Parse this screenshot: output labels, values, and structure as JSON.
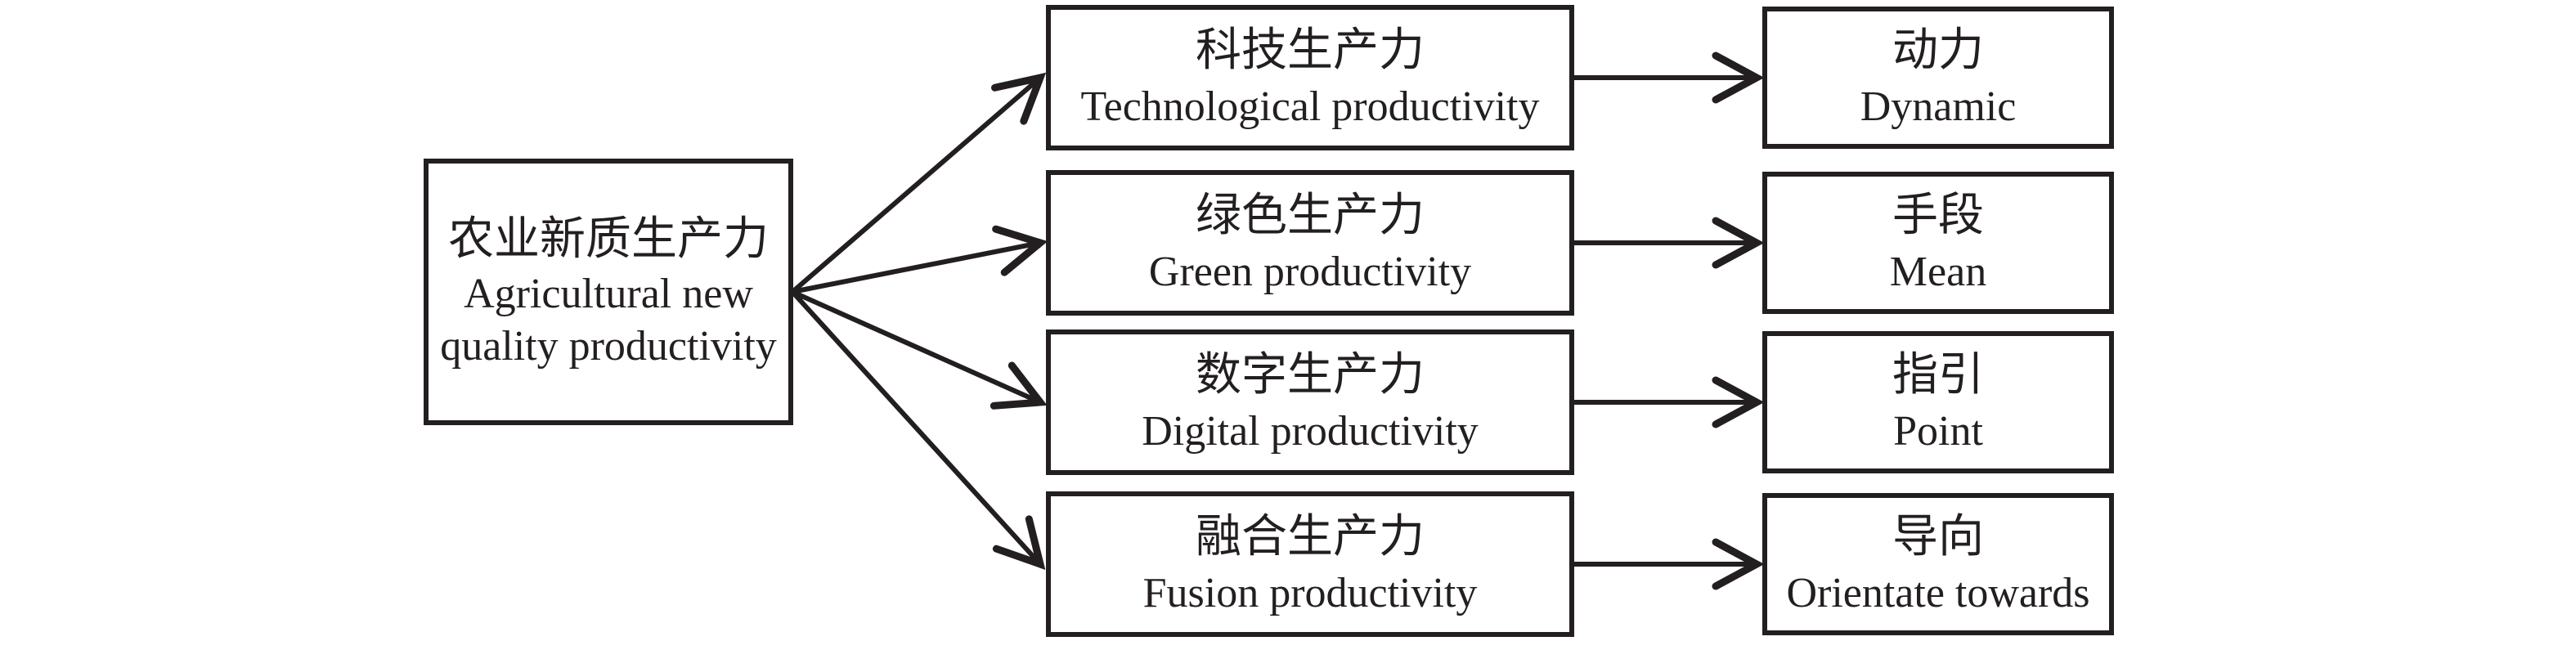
{
  "figure": {
    "root": {
      "title_zh": "农业新质生产力",
      "title_en_line1": "Agricultural new",
      "title_en_line2": "quality productivity"
    },
    "rows": [
      {
        "productivity_zh": "科技生产力",
        "productivity_en": "Technological productivity",
        "role_zh": "动力",
        "role_en": "Dynamic"
      },
      {
        "productivity_zh": "绿色生产力",
        "productivity_en": "Green productivity",
        "role_zh": "手段",
        "role_en": "Mean"
      },
      {
        "productivity_zh": "数字生产力",
        "productivity_en": "Digital productivity",
        "role_zh": "指引",
        "role_en": "Point"
      },
      {
        "productivity_zh": "融合生产力",
        "productivity_en": "Fusion productivity",
        "role_zh": "导向",
        "role_en": "Orientate towards"
      }
    ],
    "colors": {
      "ink": "#231f20",
      "background": "#ffffff"
    }
  }
}
